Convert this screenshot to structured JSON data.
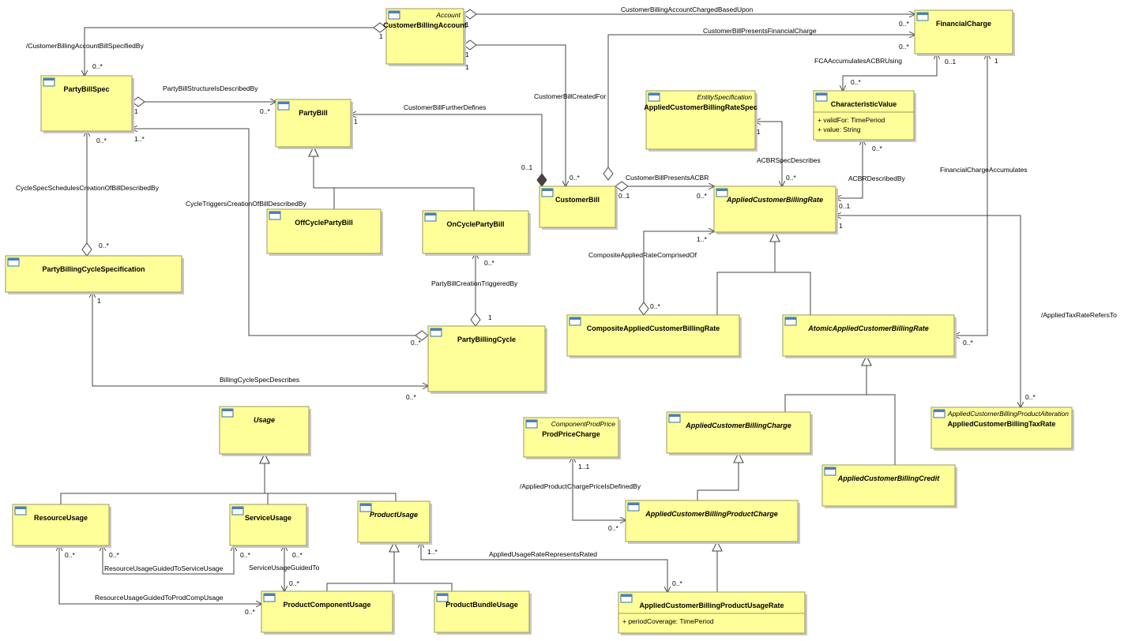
{
  "diagram": {
    "classes": [
      {
        "id": "CustomerBillingAccount",
        "name": "CustomerBillingAccount",
        "stereo": "Account",
        "abstract": false,
        "attrs": []
      },
      {
        "id": "FinancialCharge",
        "name": "FinancialCharge",
        "stereo": "",
        "abstract": false,
        "attrs": []
      },
      {
        "id": "PartyBillSpec",
        "name": "PartyBillSpec",
        "stereo": "",
        "abstract": false,
        "attrs": []
      },
      {
        "id": "PartyBill",
        "name": "PartyBill",
        "stereo": "",
        "abstract": false,
        "attrs": []
      },
      {
        "id": "AppliedCustomerBillingRateSpec",
        "name": "AppliedCustomerBillingRateSpec",
        "stereo": "EntitySpecification",
        "abstract": false,
        "attrs": []
      },
      {
        "id": "CharacteristicValue",
        "name": "CharacteristicValue",
        "stereo": "",
        "abstract": false,
        "attrs": [
          "+   validFor: TimePeriod",
          "+   value: String"
        ]
      },
      {
        "id": "CustomerBill",
        "name": "CustomerBill",
        "stereo": "",
        "abstract": false,
        "attrs": []
      },
      {
        "id": "AppliedCustomerBillingRate",
        "name": "AppliedCustomerBillingRate",
        "stereo": "",
        "abstract": true,
        "attrs": []
      },
      {
        "id": "OffCyclePartyBill",
        "name": "OffCyclePartyBill",
        "stereo": "",
        "abstract": false,
        "attrs": []
      },
      {
        "id": "OnCyclePartyBill",
        "name": "OnCyclePartyBill",
        "stereo": "",
        "abstract": false,
        "attrs": []
      },
      {
        "id": "PartyBillingCycleSpecification",
        "name": "PartyBillingCycleSpecification",
        "stereo": "",
        "abstract": false,
        "attrs": []
      },
      {
        "id": "PartyBillingCycle",
        "name": "PartyBillingCycle",
        "stereo": "",
        "abstract": false,
        "attrs": []
      },
      {
        "id": "CompositeAppliedCustomerBillingRate",
        "name": "CompositeAppliedCustomerBillingRate",
        "stereo": "",
        "abstract": false,
        "attrs": []
      },
      {
        "id": "AtomicAppliedCustomerBillingRate",
        "name": "AtomicAppliedCustomerBillingRate",
        "stereo": "",
        "abstract": true,
        "attrs": []
      },
      {
        "id": "AppliedCustomerBillingTaxRate",
        "name": "AppliedCustomerBillingTaxRate",
        "stereo": "AppliedCustomerBillingProductAlteration",
        "abstract": false,
        "attrs": []
      },
      {
        "id": "Usage",
        "name": "Usage",
        "stereo": "",
        "abstract": true,
        "attrs": []
      },
      {
        "id": "ProdPriceCharge",
        "name": "ProdPriceCharge",
        "stereo": "ComponentProdPrice",
        "abstract": false,
        "attrs": []
      },
      {
        "id": "AppliedCustomerBillingCharge",
        "name": "AppliedCustomerBillingCharge",
        "stereo": "",
        "abstract": true,
        "attrs": []
      },
      {
        "id": "AppliedCustomerBillingCredit",
        "name": "AppliedCustomerBillingCredit",
        "stereo": "",
        "abstract": true,
        "attrs": []
      },
      {
        "id": "ResourceUsage",
        "name": "ResourceUsage",
        "stereo": "",
        "abstract": false,
        "attrs": []
      },
      {
        "id": "ServiceUsage",
        "name": "ServiceUsage",
        "stereo": "",
        "abstract": false,
        "attrs": []
      },
      {
        "id": "ProductUsage",
        "name": "ProductUsage",
        "stereo": "",
        "abstract": true,
        "attrs": []
      },
      {
        "id": "AppliedCustomerBillingProductCharge",
        "name": "AppliedCustomerBillingProductCharge",
        "stereo": "",
        "abstract": true,
        "attrs": []
      },
      {
        "id": "ProductComponentUsage",
        "name": "ProductComponentUsage",
        "stereo": "",
        "abstract": false,
        "attrs": []
      },
      {
        "id": "ProductBundleUsage",
        "name": "ProductBundleUsage",
        "stereo": "",
        "abstract": false,
        "attrs": []
      },
      {
        "id": "AppliedCustomerBillingProductUsageRate",
        "name": "AppliedCustomerBillingProductUsageRate",
        "stereo": "",
        "abstract": false,
        "attrs": [
          "+   periodCoverage: TimePeriod"
        ]
      }
    ],
    "associations": [
      {
        "id": "CustomerBillingAccountChargedBasedUpon",
        "label": "CustomerBillingAccountChargedBasedUpon",
        "m1": "",
        "m2": "0..*"
      },
      {
        "id": "CustomerBillPresentsFinancialCharge",
        "label": "CustomerBillPresentsFinancialCharge",
        "m1": "",
        "m2": "0..*"
      },
      {
        "id": "CustomerBillingAccountBillSpecifiedBy",
        "label": "/CustomerBillingAccountBillSpecifiedBy",
        "m1": "1",
        "m2": "0..*"
      },
      {
        "id": "PartyBillStructureIsDescribedBy",
        "label": "PartyBillStructureIsDescribedBy",
        "m1": "1",
        "m2": "0..*"
      },
      {
        "id": "CustomerBillFurtherDefines",
        "label": "CustomerBillFurtherDefines",
        "m1": "1",
        "m2": "0..1"
      },
      {
        "id": "CustomerBillCreatedFor",
        "label": "CustomerBillCreatedFor",
        "m1": "1",
        "m2": "0..*"
      },
      {
        "id": "FCAAccumulatesACBRUsing",
        "label": "FCAAccumulatesACBRUsing",
        "m1": "0..1",
        "m2": "0..*"
      },
      {
        "id": "ACBRSpecDescribes",
        "label": "ACBRSpecDescribes",
        "m1": "1",
        "m2": "0..*"
      },
      {
        "id": "ACBRDescribedBy",
        "label": "ACBRDescribedBy",
        "m1": "0..*",
        "m2": "0..1"
      },
      {
        "id": "CustomerBillPresentsACBR",
        "label": "CustomerBillPresentsACBR",
        "m1": "0..1",
        "m2": "0..*"
      },
      {
        "id": "FinancialChargeAccumulates",
        "label": "FinancialChargeAccumulates",
        "m1": "1",
        "m2": "0..*"
      },
      {
        "id": "CycleSpecSchedulesCreationOfBillDescribedBy",
        "label": "CycleSpecSchedulesCreationOfBillDescribedBy",
        "m1": "0..*",
        "m2": "0..*"
      },
      {
        "id": "CycleTriggersCreationOfBillDescribedBy",
        "label": "CycleTriggersCreationOfBillDescribedBy",
        "m1": "1..*",
        "m2": "0..*"
      },
      {
        "id": "PartyBillCreationTriggeredBy",
        "label": "PartyBillCreationTriggeredBy",
        "m1": "0..*",
        "m2": "1"
      },
      {
        "id": "BillingCycleSpecDescribes",
        "label": "BillingCycleSpecDescribes",
        "m1": "1",
        "m2": "0..*"
      },
      {
        "id": "CompositeAppliedRateComprisedOf",
        "label": "CompositeAppliedRateComprisedOf",
        "m1": "1..*",
        "m2": "0..*"
      },
      {
        "id": "AppliedTaxRateRefersTo",
        "label": "/AppliedTaxRateRefersTo",
        "m1": "1",
        "m2": "0..*"
      },
      {
        "id": "AppliedProductChargePriceIsDefinedBy",
        "label": "/AppliedProductChargePriceIsDefinedBy",
        "m1": "1..1",
        "m2": "0..*"
      },
      {
        "id": "ResourceUsageGuidedToServiceUsage",
        "label": "ResourceUsageGuidedToServiceUsage",
        "m1": "0..*",
        "m2": "0..*"
      },
      {
        "id": "ServiceUsageGuidedTo",
        "label": "ServiceUsageGuidedTo",
        "m1": "0..*",
        "m2": "0..*"
      },
      {
        "id": "ResourceUsageGuidedToProdCompUsage",
        "label": "ResourceUsageGuidedToProdCompUsage",
        "m1": "0..*",
        "m2": "0..*"
      },
      {
        "id": "AppliedUsageRateRepresentsRated",
        "label": "AppliedUsageRateRepresentsRated",
        "m1": "1..*",
        "m2": "0..*"
      }
    ],
    "extra_multiplicities": {
      "cba_top_1": "1",
      "cba_mid_1": "1",
      "financialcharge_1": "1"
    }
  }
}
